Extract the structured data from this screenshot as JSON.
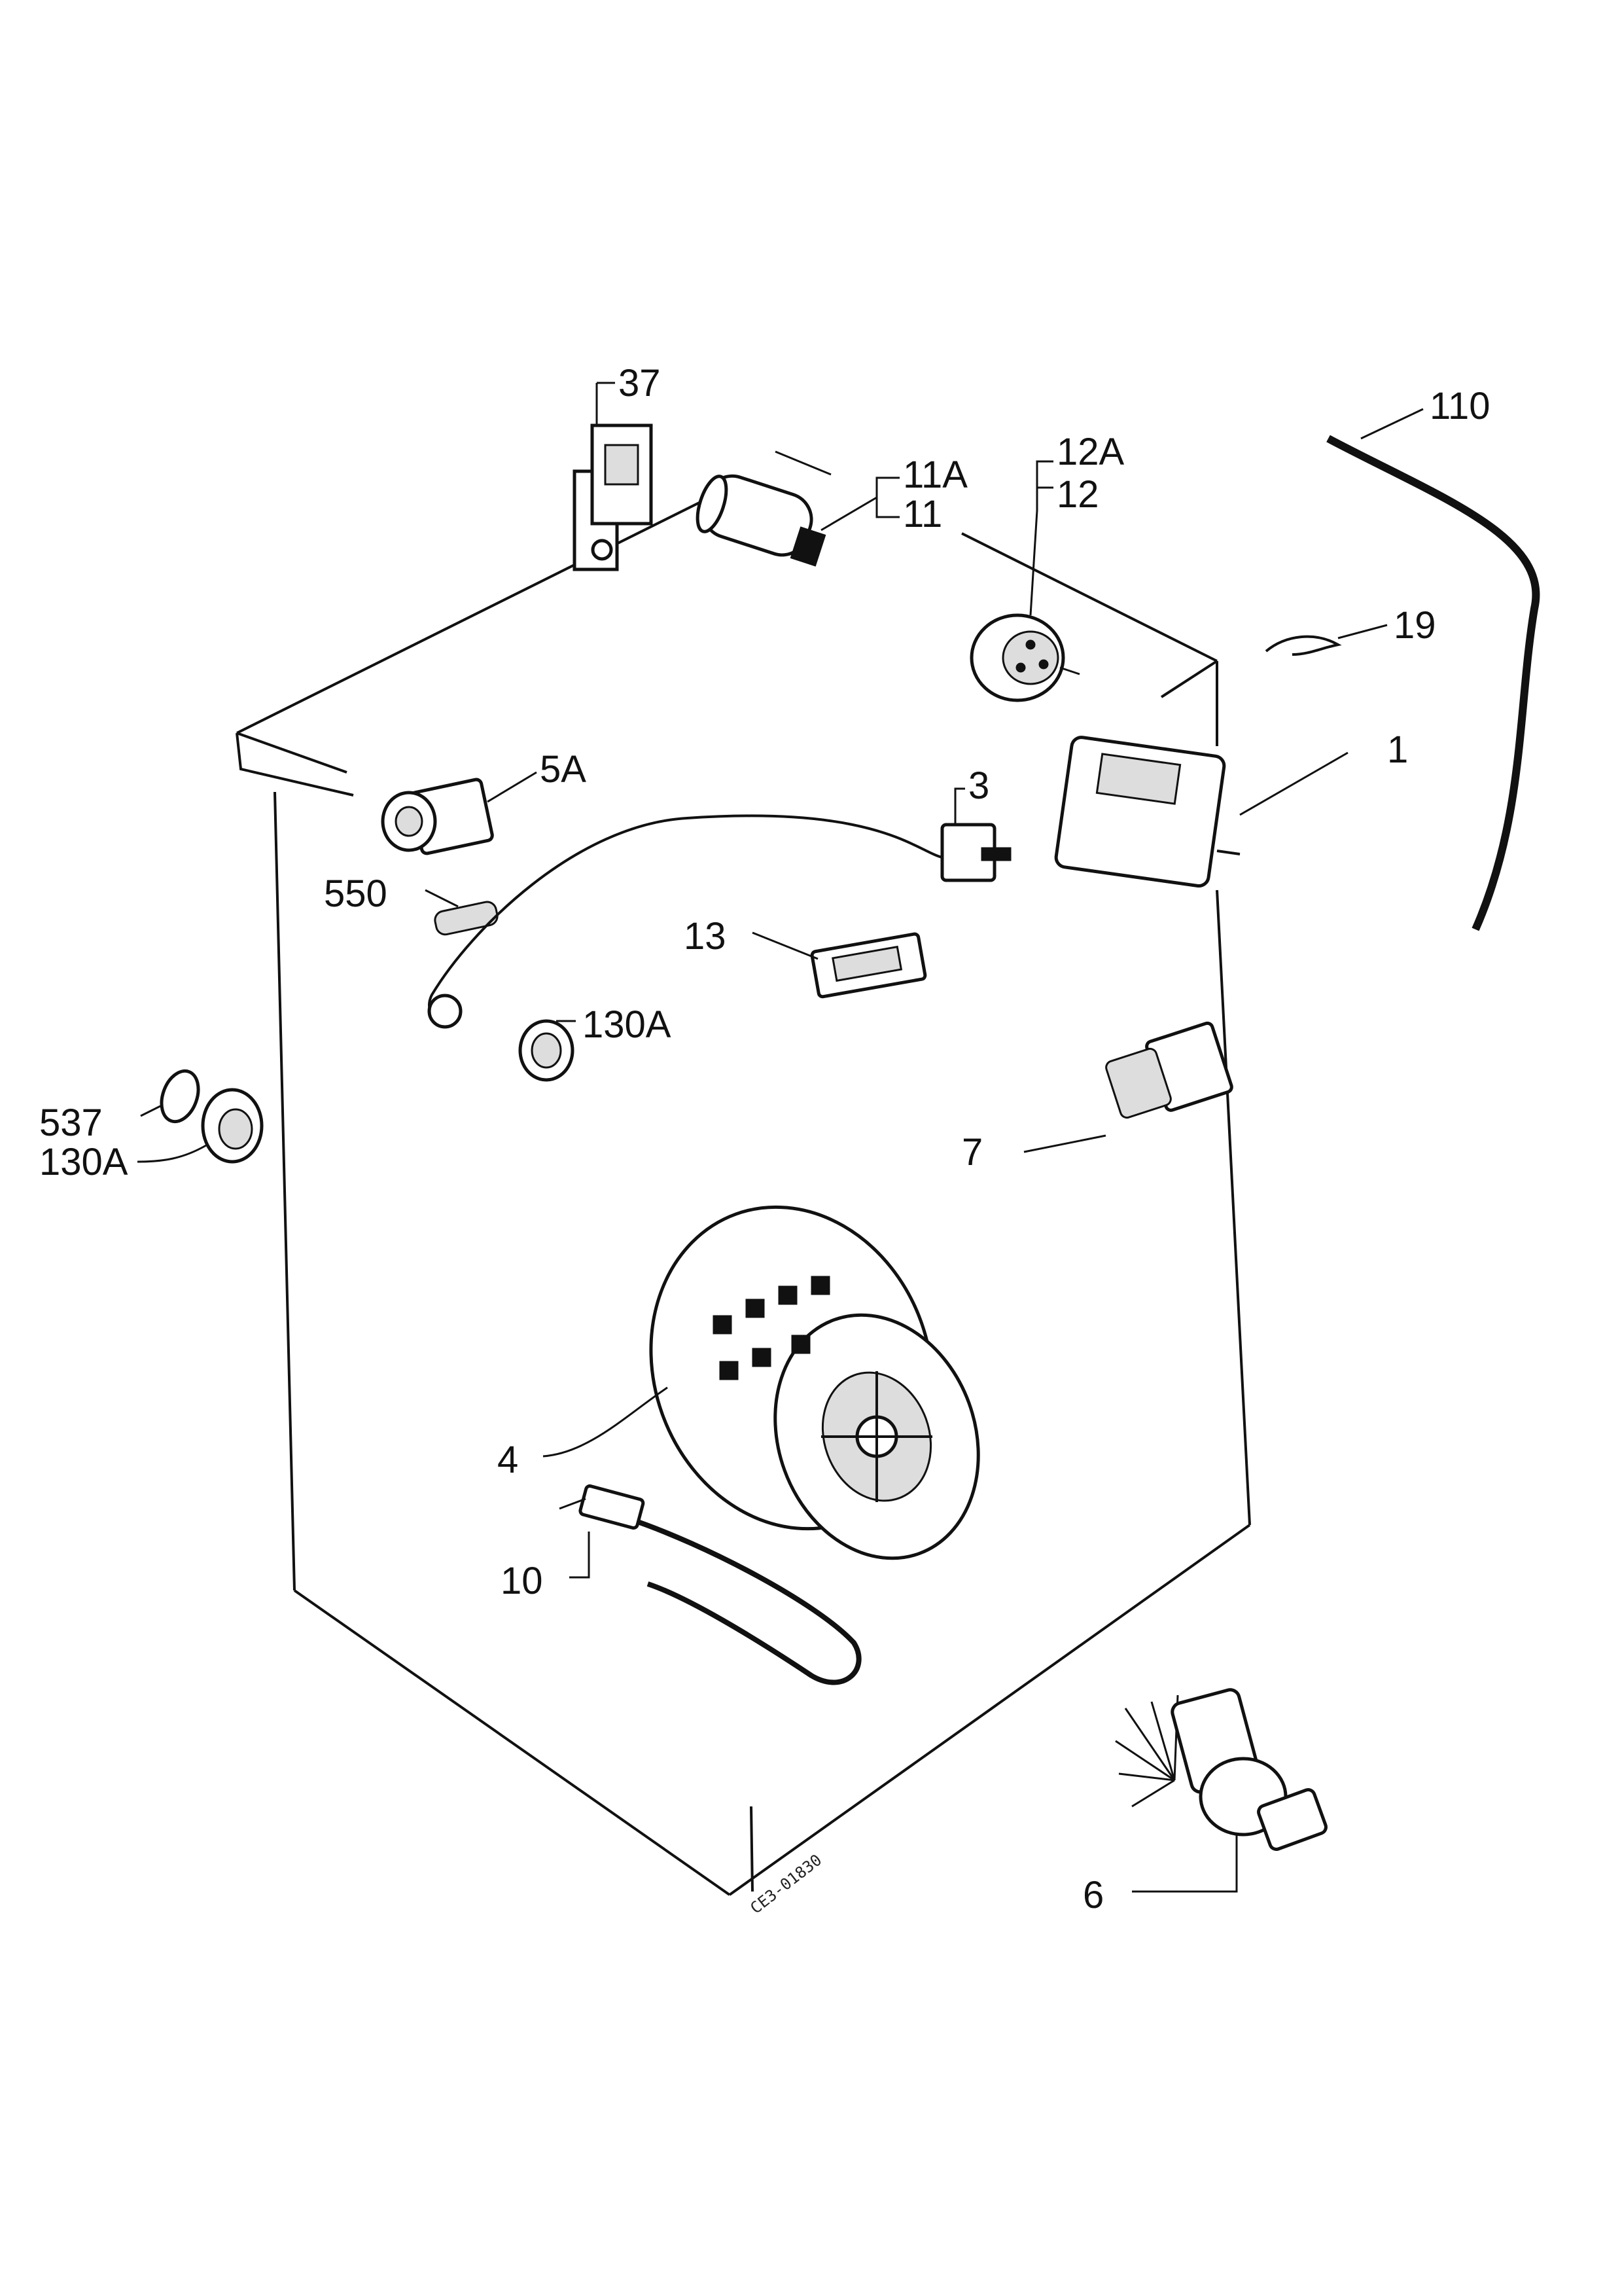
{
  "diagram": {
    "drawing_code": "CE3-01830",
    "callouts": [
      {
        "id": "37",
        "text": "37"
      },
      {
        "id": "11a",
        "text": "11A"
      },
      {
        "id": "11",
        "text": "11"
      },
      {
        "id": "12a",
        "text": "12A"
      },
      {
        "id": "12",
        "text": "12"
      },
      {
        "id": "110",
        "text": "110"
      },
      {
        "id": "19",
        "text": "19"
      },
      {
        "id": "1",
        "text": "1"
      },
      {
        "id": "5a",
        "text": "5A"
      },
      {
        "id": "3",
        "text": "3"
      },
      {
        "id": "550",
        "text": "550"
      },
      {
        "id": "13",
        "text": "13"
      },
      {
        "id": "130a_mid",
        "text": "130A"
      },
      {
        "id": "537",
        "text": "537"
      },
      {
        "id": "130a_left",
        "text": "130A"
      },
      {
        "id": "7",
        "text": "7"
      },
      {
        "id": "4",
        "text": "4"
      },
      {
        "id": "10",
        "text": "10"
      },
      {
        "id": "6",
        "text": "6"
      }
    ]
  }
}
